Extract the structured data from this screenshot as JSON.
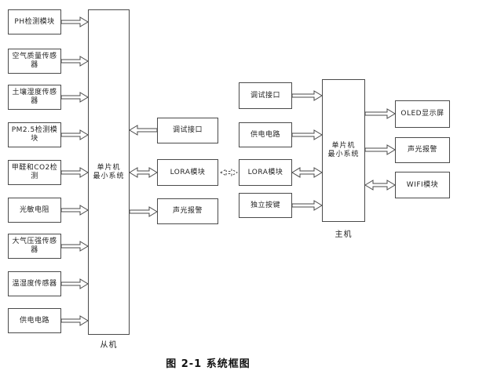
{
  "caption": "图 2-1 系统框图",
  "colors": {
    "line": "#4a4a4a",
    "background": "#ffffff"
  },
  "slave_unit": {
    "core": "单片机\n最小系统",
    "label": "从机",
    "sensors": [
      "PH检测模块",
      "空气质量传感器",
      "土壤湿度传感器",
      "PM2.5检测模块",
      "甲醛和CO2检测",
      "光敏电阻",
      "大气压强传感器",
      "温湿度传感器",
      "供电电路"
    ],
    "peripherals": [
      {
        "label": "调试接口",
        "direction": "to-core"
      },
      {
        "label": "LORA模块",
        "direction": "both"
      },
      {
        "label": "声光报警",
        "direction": "from-core"
      }
    ]
  },
  "lora_link": {
    "type": "dashed-double-arrow",
    "connects": "LORA模块 ↔ LORA模块"
  },
  "master_unit": {
    "core": "单片机\n最小系统",
    "label": "主机",
    "inputs": [
      {
        "label": "调试接口",
        "direction": "to-core"
      },
      {
        "label": "供电电路",
        "direction": "to-core"
      },
      {
        "label": "LORA模块",
        "direction": "both"
      },
      {
        "label": "独立按键",
        "direction": "to-core"
      }
    ],
    "outputs": [
      {
        "label": "OLED显示屏",
        "direction": "from-core"
      },
      {
        "label": "声光报警",
        "direction": "from-core"
      },
      {
        "label": "WIFI模块",
        "direction": "both"
      }
    ]
  }
}
